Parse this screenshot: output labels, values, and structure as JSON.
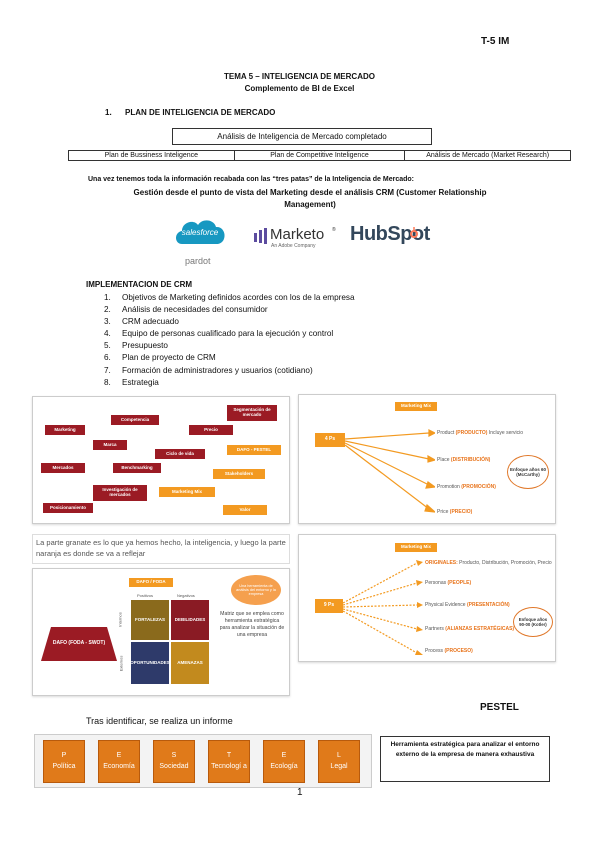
{
  "header": {
    "code": "T-5 IM"
  },
  "title": {
    "line1": "TEMA 5 – INTELIGENCIA DE MERCADO",
    "line2": "Complemento de BI de Excel"
  },
  "section1": {
    "heading": "1.      PLAN DE INTELIGENCIA DE MERCADO"
  },
  "analysis_box": "Análisis de Inteligencia de Mercado completado",
  "plan_table": [
    "Plan de Bussiness Inteligence",
    "Plan de Competitive Inteligence",
    "Análisis de Mercado (Market Research)"
  ],
  "intro": {
    "line1": "Una vez tenemos toda la información recabada con las “tres patas” de la Inteligencia de Mercado:",
    "line2": "Gestión desde el punto de vista del Marketing desde el análisis CRM (Customer Relationship",
    "line3": "Management)"
  },
  "logos": {
    "salesforce": "salesforce",
    "pardot": "pardot",
    "marketo": "Marketo",
    "marketo_tm": "®",
    "marketo_sub": "An Adobe Company",
    "hubspot": "HubSpot"
  },
  "crm": {
    "heading": "IMPLEMENTACION DE CRM",
    "items": [
      {
        "num": "1.",
        "text": "Objetivos de Marketing definidos acordes con los de la empresa"
      },
      {
        "num": "2.",
        "text": "Análisis de necesidades del consumidor"
      },
      {
        "num": "3.",
        "text": "CRM adecuado"
      },
      {
        "num": "4.",
        "text": "Equipo de personas cualificado para la ejecución y control"
      },
      {
        "num": "5.",
        "text": "Presupuesto"
      },
      {
        "num": "6.",
        "text": "Plan de proyecto de CRM"
      },
      {
        "num": "7.",
        "text": "Formación de administradores y usuarios (cotidiano)"
      },
      {
        "num": "8.",
        "text": "Estrategia"
      }
    ]
  },
  "concept_map": {
    "tags": [
      "Competencia",
      "Segmentación de mercado",
      "Marketing",
      "Precio",
      "Marca",
      "Ciclo de vida",
      "DAFO - PESTEL",
      "Mercados",
      "Benchmarking",
      "Stakeholders",
      "Investigación de mercados",
      "Marketing Mix",
      "Posicionamiento",
      "Valor"
    ]
  },
  "note": "La parte granate es lo que ya hemos hecho, la inteligencia, y luego la parte naranja es donde se va a reflejar",
  "four_ps": {
    "header": "Marketing Mix",
    "badge": "4 Ps",
    "rows": [
      {
        "pre": "Product ",
        "key": "(PRODUCTO)",
        "post": " Incluye servicio"
      },
      {
        "pre": "Place ",
        "key": "(DISTRIBUCIÓN)",
        "post": ""
      },
      {
        "pre": "Promotion ",
        "key": "(PROMOCIÓN)",
        "post": ""
      },
      {
        "pre": "Price ",
        "key": "(PRECIO)",
        "post": ""
      }
    ],
    "callout": "Enfoque años 60 (McCarthy)"
  },
  "dafo": {
    "header": "DAFO / FODA",
    "col1": "Positivos",
    "col2": "Negativos",
    "row1": "Internos",
    "row2": "Externos",
    "cells": [
      "FORTALEZAS",
      "DEBILIDADES",
      "OPORTUNIDADES",
      "AMENAZAS"
    ],
    "left_label": "DAFO (FODA - SWOT)",
    "bubble": "Una herramienta de análisis del entorno y la empresa",
    "desc": "Matriz que se emplea como herramienta estratégica para analizar la situación de una empresa"
  },
  "nine_ps": {
    "header": "Marketing Mix",
    "badge": "9 Ps",
    "rows": [
      {
        "pre": "",
        "key": "ORIGINALES:",
        "post": " Producto, Distribución, Promoción, Precio"
      },
      {
        "pre": "Personas ",
        "key": "(PEOPLE)",
        "post": ""
      },
      {
        "pre": "Physical Evidence ",
        "key": "(PRESENTACIÓN)",
        "post": ""
      },
      {
        "pre": "Partners ",
        "key": "(ALIANZAS ESTRATÉGICAS)",
        "post": ""
      },
      {
        "pre": "Process ",
        "key": "(PROCESO)",
        "post": ""
      }
    ],
    "callout": "Enfoque años 90-00 (Kotler)"
  },
  "pestel": {
    "title": "PESTEL",
    "intro": "Tras identificar, se realiza un informe",
    "items": [
      {
        "letter": "P",
        "label": "Política"
      },
      {
        "letter": "E",
        "label": "Economía"
      },
      {
        "letter": "S",
        "label": "Sociedad"
      },
      {
        "letter": "T",
        "label": "Tecnologí a"
      },
      {
        "letter": "E",
        "label": "Ecología"
      },
      {
        "letter": "L",
        "label": "Legal"
      }
    ],
    "desc": "Herramienta estratégica para analizar el entorno externo de la empresa de manera exhaustiva"
  },
  "footer": {
    "page": "1"
  },
  "colors": {
    "maroon": "#9b1b24",
    "orange": "#f39a21",
    "pestel": "#e07a1a",
    "salesforce": "#1798c1",
    "marketo": "#5c4c9f",
    "hubspot": "#33475b",
    "hubspot_dot": "#ff7a59"
  }
}
